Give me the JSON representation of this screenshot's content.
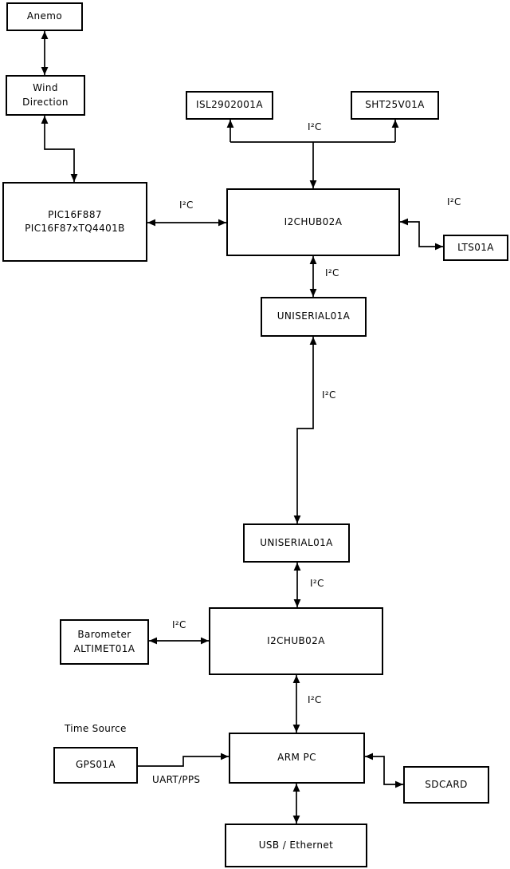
{
  "diagram": {
    "type": "block-diagram",
    "background_color": "#ffffff",
    "line_color": "#000000",
    "nodes": {
      "anemo": {
        "label": "Anemo"
      },
      "wind_direction": {
        "label": "Wind\nDirection"
      },
      "pic": {
        "label": "PIC16F887\nPIC16F87xTQ4401B"
      },
      "isl": {
        "label": "ISL2902001A"
      },
      "sht": {
        "label": "SHT25V01A"
      },
      "i2chub_top": {
        "label": "I2CHUB02A"
      },
      "lts": {
        "label": "LTS01A"
      },
      "uniserial_top": {
        "label": "UNISERIAL01A"
      },
      "uniserial_bottom": {
        "label": "UNISERIAL01A"
      },
      "i2chub_bottom": {
        "label": "I2CHUB02A"
      },
      "barometer": {
        "label": "Barometer\nALTIMET01A"
      },
      "gps": {
        "label": "GPS01A"
      },
      "arm_pc": {
        "label": "ARM PC"
      },
      "sdcard": {
        "label": "SDCARD"
      },
      "usb_ethernet": {
        "label": "USB / Ethernet"
      }
    },
    "edge_labels": {
      "i2c": "I²C",
      "uart_pps": "UART/PPS",
      "time_source": "Time Source"
    },
    "edges": [
      {
        "from": "Anemo",
        "to": "Wind Direction",
        "bidirectional": true,
        "label": ""
      },
      {
        "from": "Wind Direction",
        "to": "PIC16F887 PIC16F87xTQ4401B",
        "bidirectional": true,
        "label": ""
      },
      {
        "from": "PIC16F887 PIC16F87xTQ4401B",
        "to": "I2CHUB02A (top)",
        "bidirectional": true,
        "label": "I²C"
      },
      {
        "from": "I2CHUB02A (top)",
        "to": "ISL2902001A",
        "bidirectional": true,
        "label": "I²C"
      },
      {
        "from": "I2CHUB02A (top)",
        "to": "SHT25V01A",
        "bidirectional": true,
        "label": "I²C"
      },
      {
        "from": "I2CHUB02A (top)",
        "to": "LTS01A",
        "bidirectional": true,
        "label": "I²C"
      },
      {
        "from": "I2CHUB02A (top)",
        "to": "UNISERIAL01A (upper)",
        "bidirectional": true,
        "label": "I²C"
      },
      {
        "from": "UNISERIAL01A (upper)",
        "to": "UNISERIAL01A (lower)",
        "bidirectional": true,
        "label": "I²C"
      },
      {
        "from": "UNISERIAL01A (lower)",
        "to": "I2CHUB02A (bottom)",
        "bidirectional": true,
        "label": "I²C"
      },
      {
        "from": "Barometer ALTIMET01A",
        "to": "I2CHUB02A (bottom)",
        "bidirectional": true,
        "label": "I²C"
      },
      {
        "from": "I2CHUB02A (bottom)",
        "to": "ARM PC",
        "bidirectional": true,
        "label": "I²C"
      },
      {
        "from": "GPS01A",
        "to": "ARM PC",
        "bidirectional": false,
        "label": "UART/PPS",
        "note": "Time Source"
      },
      {
        "from": "ARM PC",
        "to": "SDCARD",
        "bidirectional": true,
        "label": ""
      },
      {
        "from": "ARM PC",
        "to": "USB / Ethernet",
        "bidirectional": true,
        "label": ""
      }
    ]
  }
}
